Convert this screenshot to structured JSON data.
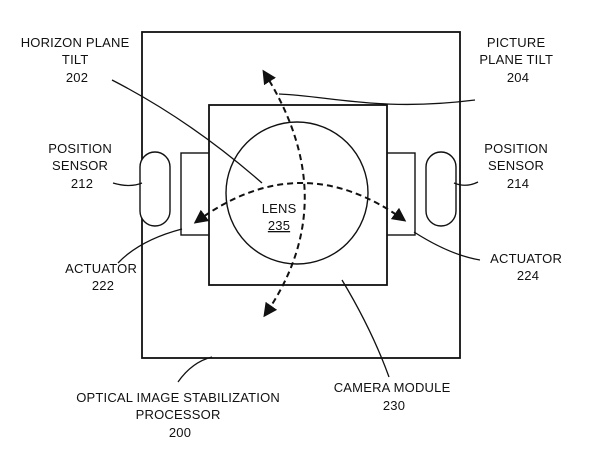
{
  "labels": {
    "horizon_tilt": [
      "HORIZON PLANE",
      "TILT",
      "202"
    ],
    "picture_tilt": [
      "PICTURE",
      "PLANE TILT",
      "204"
    ],
    "sensor_left": [
      "POSITION",
      "SENSOR",
      "212"
    ],
    "sensor_right": [
      "POSITION",
      "SENSOR",
      "214"
    ],
    "lens": [
      "LENS",
      "235"
    ],
    "actuator_left": [
      "ACTUATOR",
      "222"
    ],
    "actuator_right": [
      "ACTUATOR",
      "224"
    ],
    "ois_processor": [
      "OPTICAL IMAGE STABILIZATION",
      "PROCESSOR",
      "200"
    ],
    "camera_module": [
      "CAMERA MODULE",
      "230"
    ]
  },
  "colors": {
    "line": "#111111",
    "background": "#ffffff"
  }
}
